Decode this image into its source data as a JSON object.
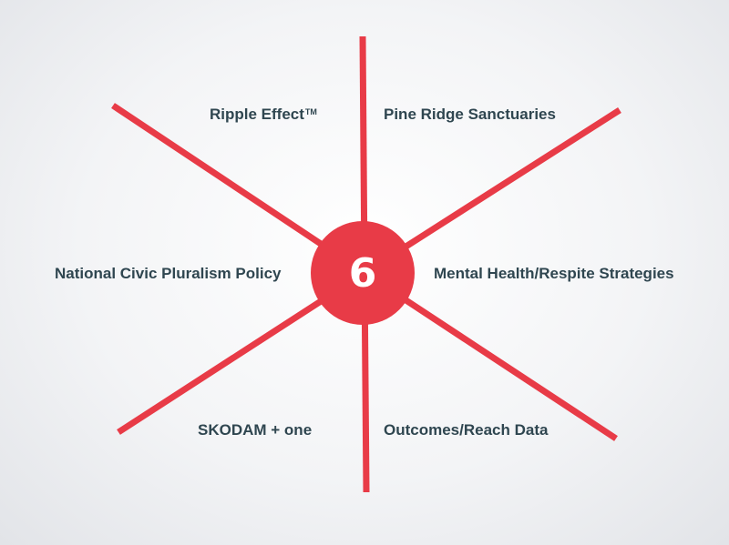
{
  "diagram": {
    "center_label": "6",
    "items": [
      {
        "id": "ripple",
        "label": "Ripple Effect",
        "mark": "TM"
      },
      {
        "id": "pine-ridge",
        "label": "Pine Ridge Sanctuaries"
      },
      {
        "id": "civic",
        "label": "National Civic Pluralism Policy"
      },
      {
        "id": "mental-health",
        "label": "Mental Health/Respite Strategies"
      },
      {
        "id": "skodam",
        "label": "SKODAM + one"
      },
      {
        "id": "outcomes",
        "label": "Outcomes/Reach Data"
      }
    ]
  },
  "colors": {
    "accent": "#e83b47",
    "text": "#2f4650",
    "background": "#f3f4f6"
  }
}
